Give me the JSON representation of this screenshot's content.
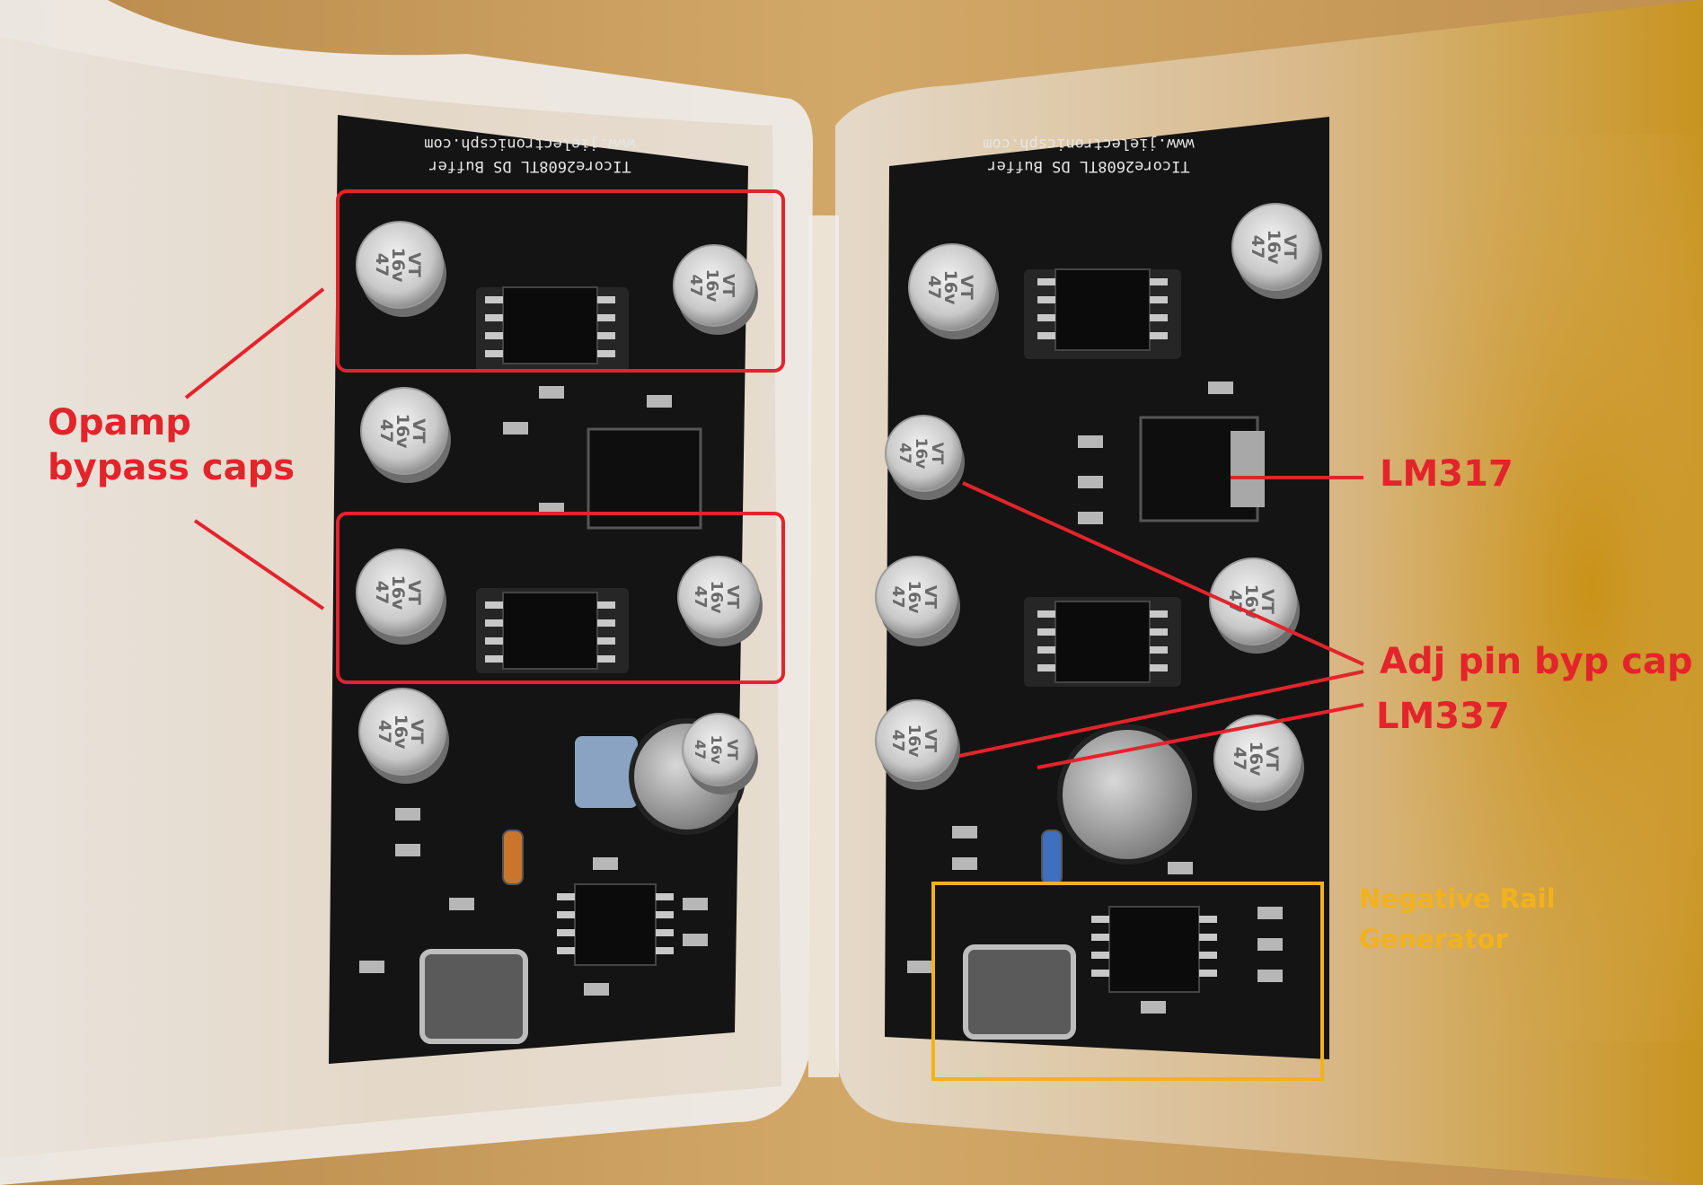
{
  "annotations": {
    "opamp_bypass_caps": [
      "Opamp",
      "bypass caps"
    ],
    "lm317": "LM317",
    "adj_pin_byp_cap": "Adj pin byp cap",
    "lm337": "LM337",
    "negative_rail_generator": [
      "Negative Rail",
      "Generator"
    ]
  },
  "board_silkscreen": {
    "url": "www.jielectronicsph.com",
    "model": "TIcore2608TL DS Buffer"
  },
  "component_markings": {
    "cap_value": "47",
    "cap_voltage": "16v",
    "cap_series": "VT"
  },
  "colors": {
    "annotation_red": "#e3242b",
    "annotation_yellow": "#f2b21c",
    "pcb_black": "#141414",
    "table_wood": "#c89a55"
  }
}
